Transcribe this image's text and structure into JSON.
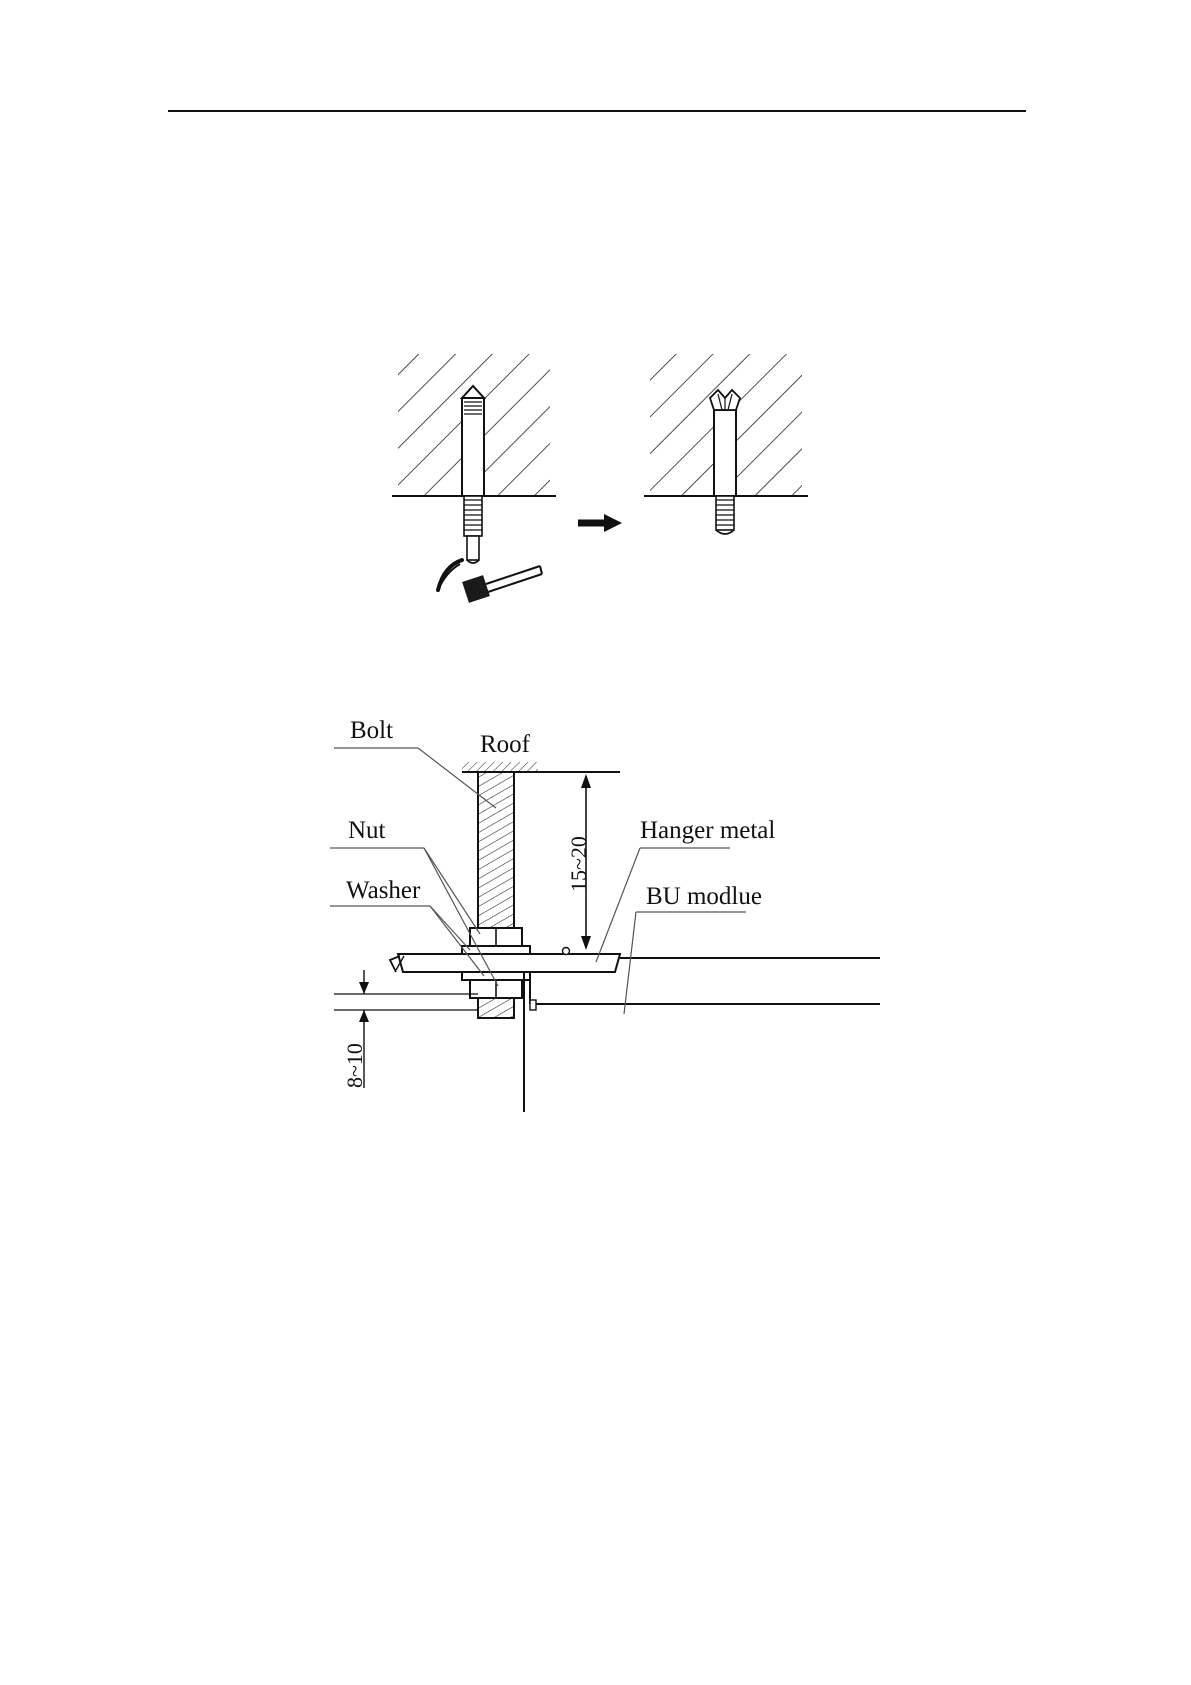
{
  "diagram": {
    "labels": {
      "bolt": "Bolt",
      "roof": "Roof",
      "nut": "Nut",
      "washer": "Washer",
      "hanger_metal": "Hanger metal",
      "bu_module": "BU modlue",
      "dim_top": "15~20",
      "dim_bottom": "8~10"
    },
    "colors": {
      "line": "#111111",
      "fill_dark": "#1a1a1a",
      "background": "#ffffff"
    }
  }
}
